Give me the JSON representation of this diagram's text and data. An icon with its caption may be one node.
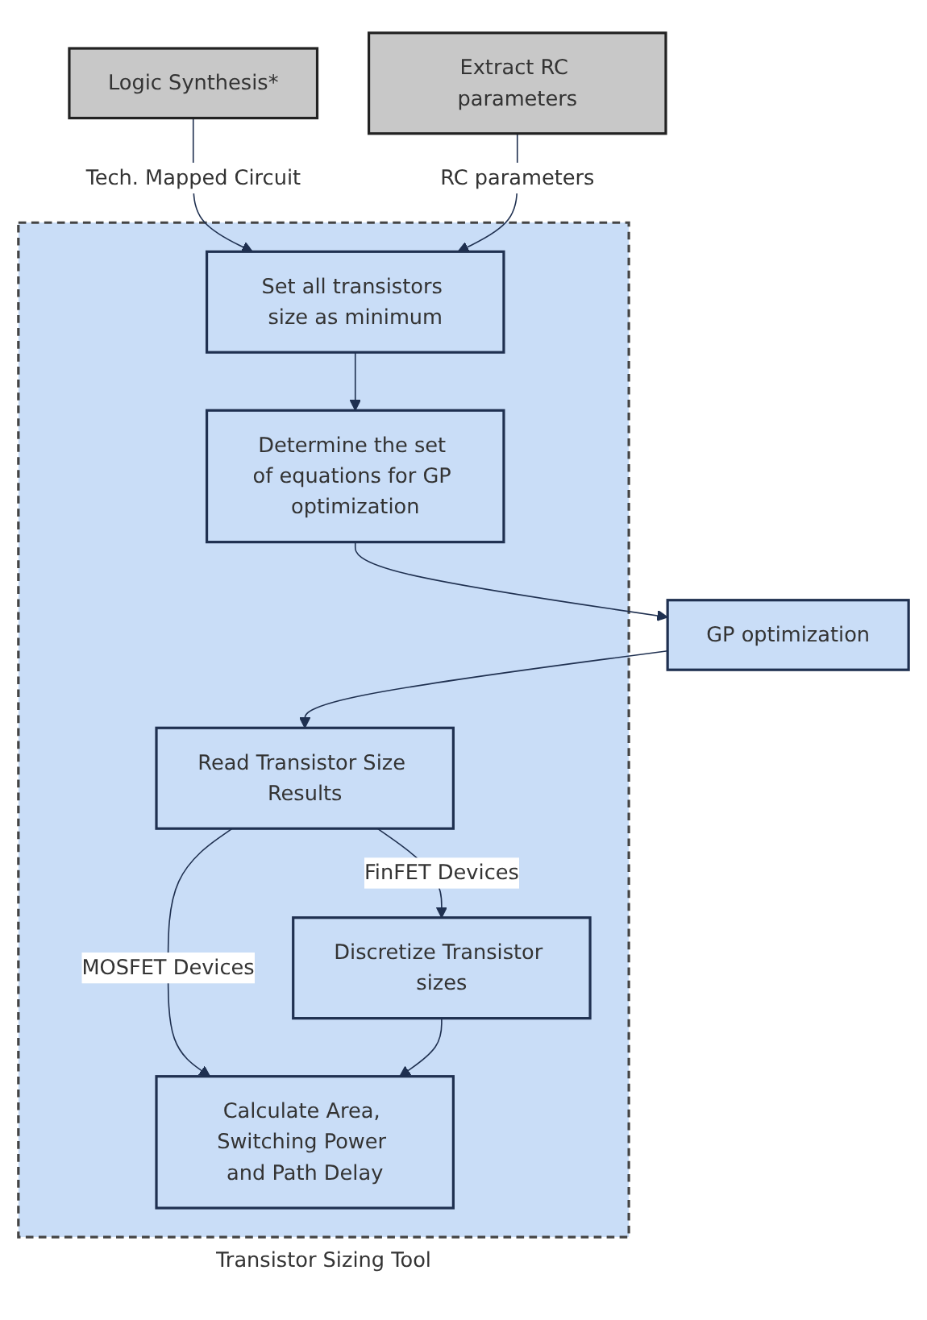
{
  "diagram": {
    "nodes": [
      {
        "text": [
          "Transistor Sizing Tool"
        ]
      },
      {
        "text": [
          "Logic Synthesis*"
        ]
      },
      {
        "text": [
          "Extract RC parameters"
        ]
      },
      {
        "text": [
          "Set all transistors size as minimum"
        ],
        "in": 0
      },
      {
        "text": [
          "Determine the set of equations for GP optimization"
        ],
        "in": 0
      },
      {
        "text": [
          "GP optimization"
        ]
      },
      {
        "text": [
          "Read Transistor Size Results"
        ],
        "in": 0
      },
      {
        "text": [
          "Discretize Transistor sizes"
        ],
        "in": 0
      },
      {
        "text": [
          "Calculate Area, Switching Power and Path Delay"
        ],
        "in": 0
      }
    ],
    "edges": [
      {
        "from": 1,
        "to": 3,
        "arrow": "to",
        "label": "Tech. Mapped Circuit"
      },
      {
        "from": 2,
        "to": 3,
        "arrow": "to",
        "label": "RC parameters"
      },
      {
        "from": 3,
        "to": 4,
        "arrow": "to"
      },
      {
        "from": 4,
        "to": 5,
        "arrow": "to"
      },
      {
        "from": 5,
        "to": 6,
        "arrow": "to"
      },
      {
        "from": 6,
        "to": 7,
        "arrow": "to",
        "label": "FinFET Devices"
      },
      {
        "from": 6,
        "to": 8,
        "arrow": "to",
        "label": "MOSFET Devices"
      },
      {
        "from": 7,
        "to": 8,
        "arrow": "to"
      }
    ]
  }
}
